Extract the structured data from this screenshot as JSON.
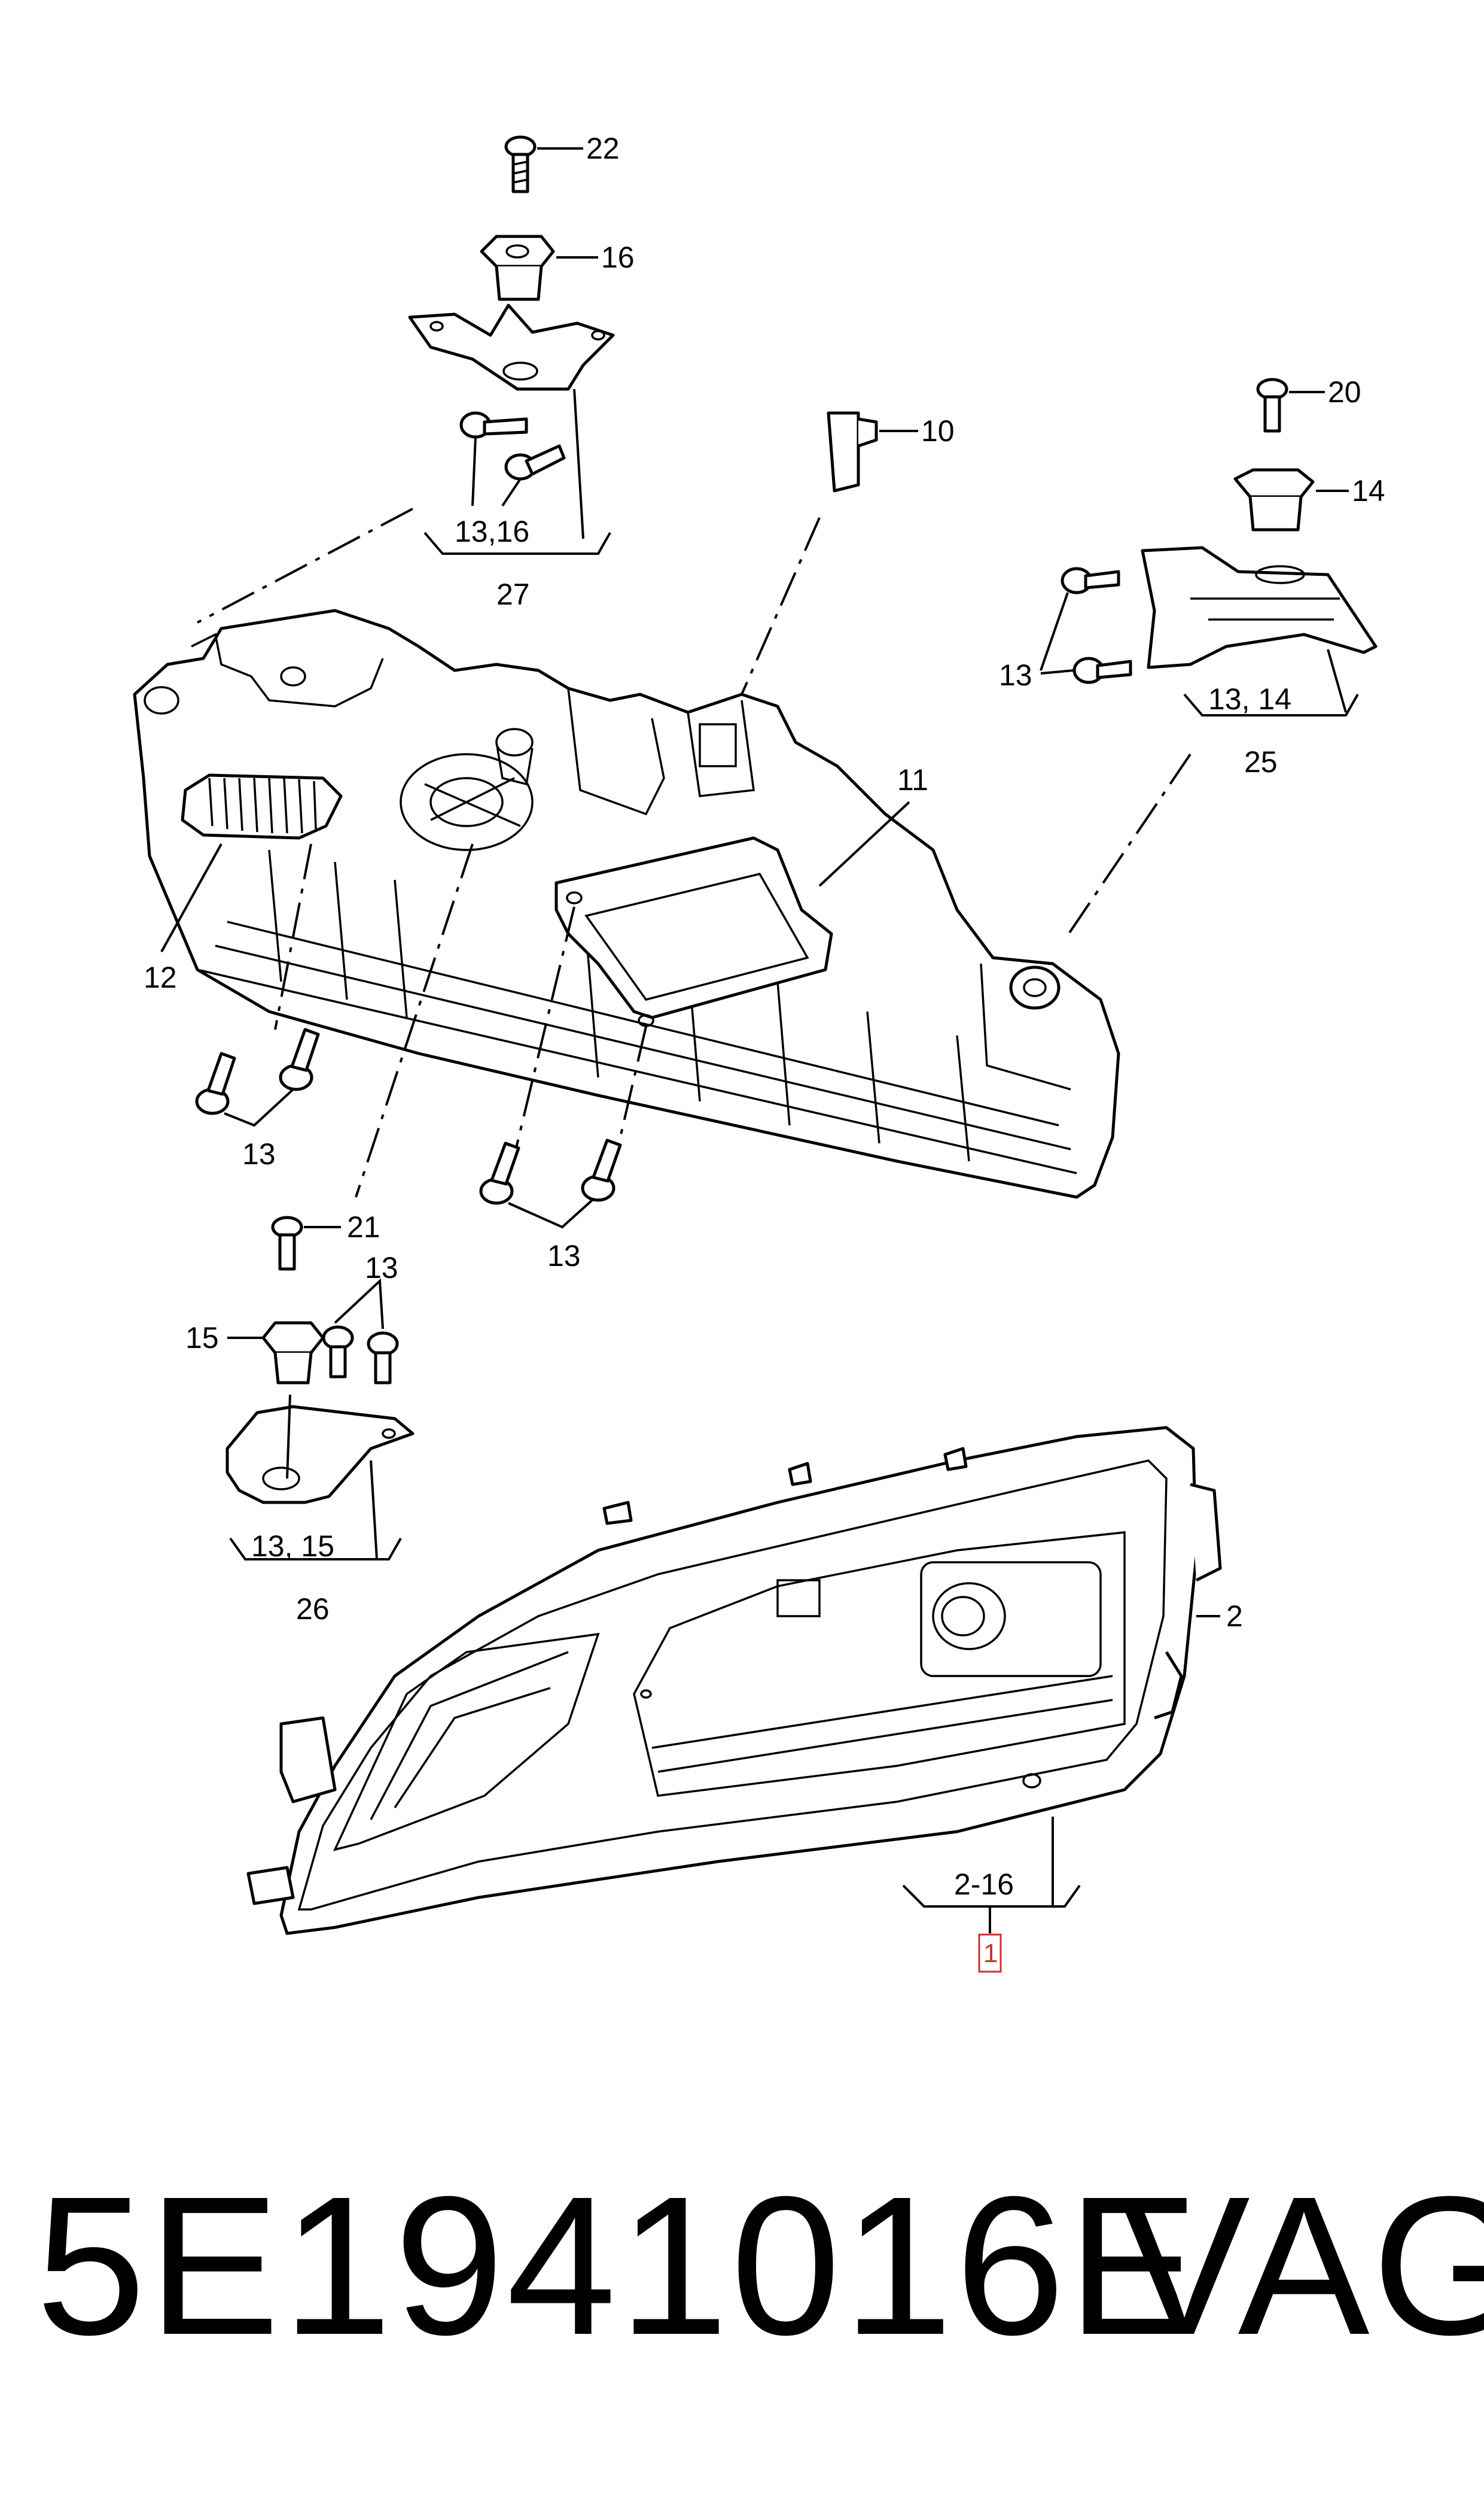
{
  "callouts": {
    "c22": "22",
    "c16": "16",
    "c10": "10",
    "c20": "20",
    "c14": "14",
    "c13_16": "13,16",
    "c27": "27",
    "c13_a": "13",
    "c13_14": "13, 14",
    "c25": "25",
    "c11": "11",
    "c12": "12",
    "c13_b": "13",
    "c13_c": "13",
    "c21": "21",
    "c15": "15",
    "c13_d": "13",
    "c13_15": "13, 15",
    "c26": "26",
    "c2": "2",
    "c2_16": "2-16",
    "c1": "1"
  },
  "footer": {
    "part_number": "5E1941016E",
    "brand": "VAG"
  },
  "colors": {
    "line": "#000000",
    "background": "#ffffff",
    "highlight_box": "#d32f2f"
  }
}
